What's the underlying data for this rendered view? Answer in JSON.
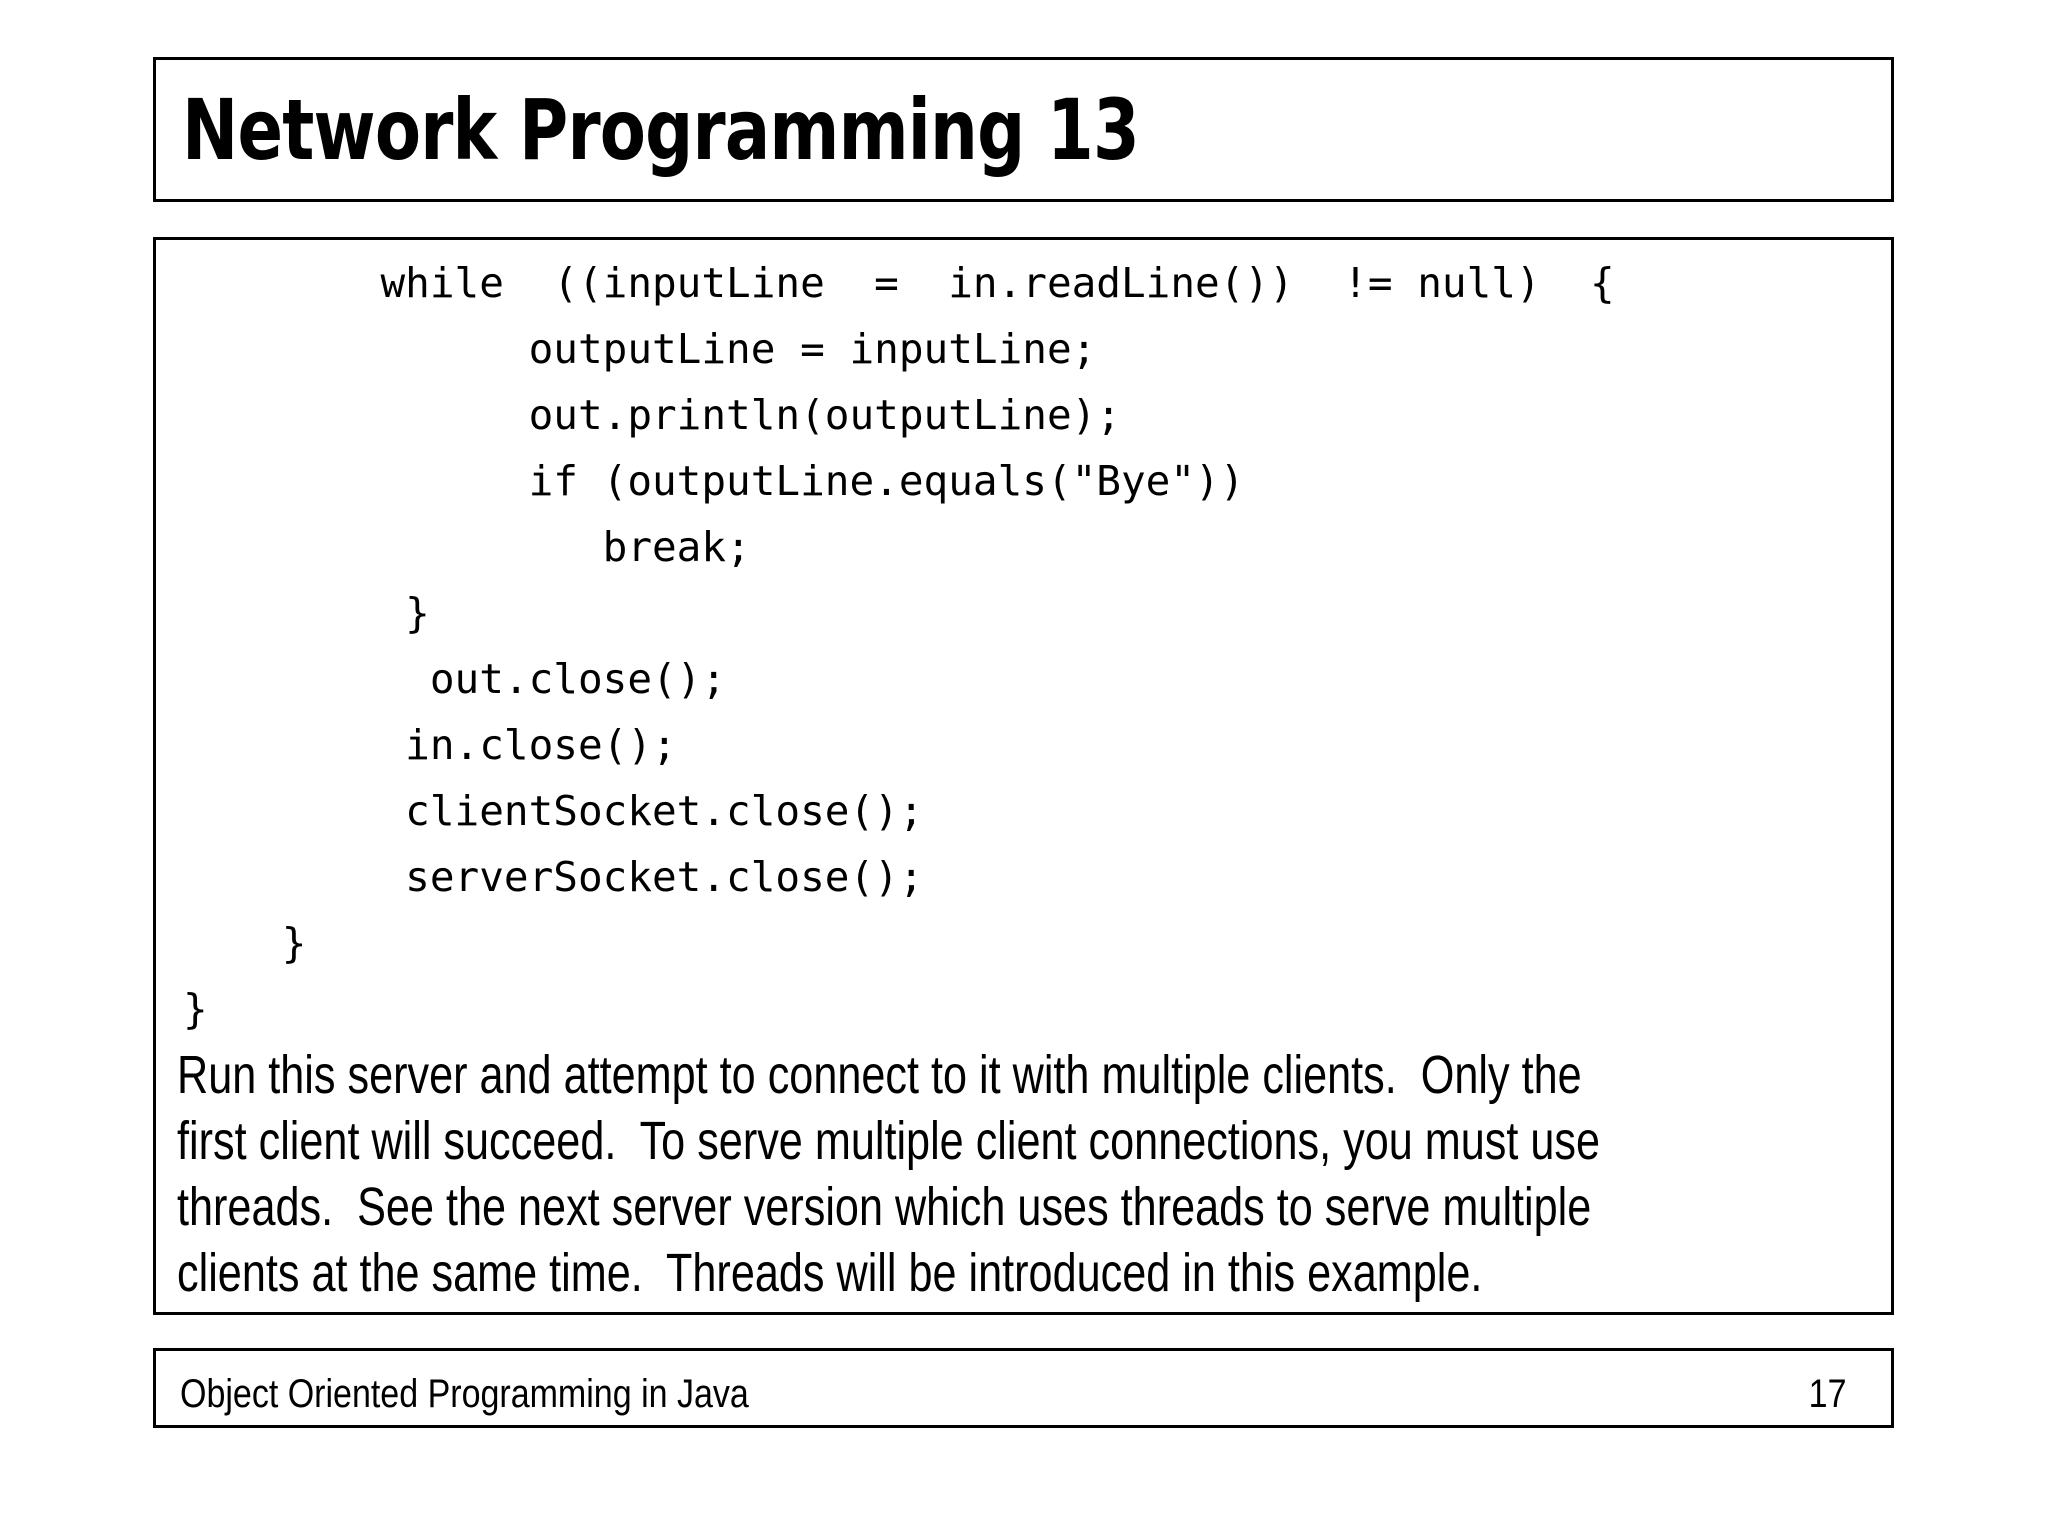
{
  "slide": {
    "title": "Network Programming 13",
    "code_lines": [
      "        while  ((inputLine  =  in.readLine())  != null)  {",
      "              outputLine = inputLine;",
      "              out.println(outputLine);",
      "              if (outputLine.equals(\"Bye\"))",
      "                 break;",
      "         }",
      "          out.close();",
      "         in.close();",
      "         clientSocket.close();",
      "         serverSocket.close();",
      "    }",
      "}"
    ],
    "paragraph_lines": [
      "Run this server and attempt to connect to it with multiple clients.  Only the",
      "first client will succeed.  To serve multiple client connections, you must use",
      "threads.  See the next server version which uses threads to serve multiple",
      "clients at the same time.  Threads will be introduced in this example."
    ],
    "footer": {
      "left_text": "Object Oriented Programming in Java",
      "page_number": "17"
    },
    "colors": {
      "background": "#ffffff",
      "text": "#000000",
      "border": "#000000"
    }
  }
}
